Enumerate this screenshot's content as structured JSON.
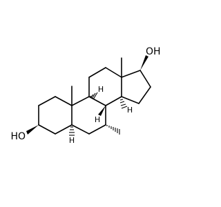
{
  "molecule": {
    "atoms": {
      "oh_top": "OH",
      "oh_left": "HO",
      "h_9": "H",
      "h_8": "H",
      "h_14": "H",
      "h_5": "H"
    }
  }
}
